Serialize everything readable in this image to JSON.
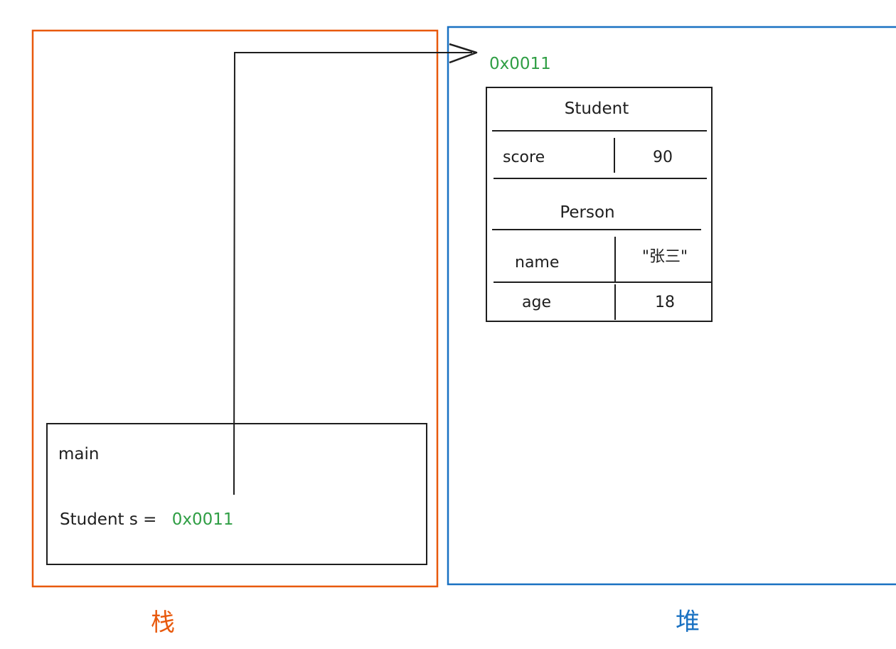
{
  "colors": {
    "stack_border": "#e8590c",
    "heap_border": "#1971c2",
    "address_text": "#2f9e44",
    "ink": "#1e1e1e"
  },
  "stack": {
    "label": "栈",
    "frame": {
      "name": "main",
      "statement": "Student s =",
      "address": "0x0011"
    }
  },
  "heap": {
    "label": "堆",
    "object": {
      "address": "0x0011",
      "class_name": "Student",
      "fields": [
        {
          "name": "score",
          "value": "90"
        }
      ],
      "parent": {
        "class_name": "Person",
        "fields": [
          {
            "name": "name",
            "value": "\"张三\""
          },
          {
            "name": "age",
            "value": "18"
          }
        ]
      }
    }
  }
}
